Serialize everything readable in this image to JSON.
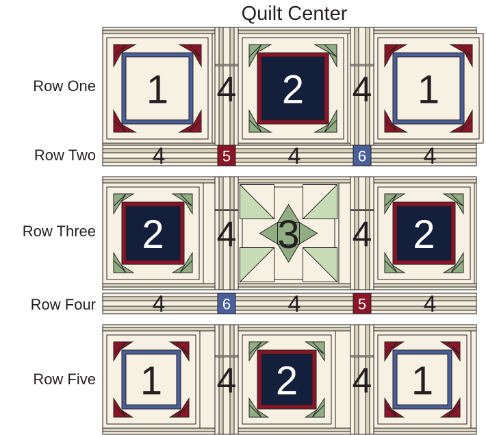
{
  "title": "Quilt Center",
  "rows": [
    {
      "label": "Row One",
      "kind": "block",
      "blocks": [
        "1",
        "2",
        "1"
      ],
      "sashes": [
        "4",
        "4"
      ]
    },
    {
      "label": "Row Two",
      "kind": "strip",
      "strips": [
        "4",
        "4",
        "4"
      ],
      "posts": [
        "5",
        "6"
      ]
    },
    {
      "label": "Row Three",
      "kind": "block",
      "blocks": [
        "2",
        "3",
        "2"
      ],
      "sashes": [
        "4",
        "4"
      ]
    },
    {
      "label": "Row Four",
      "kind": "strip",
      "strips": [
        "4",
        "4",
        "4"
      ],
      "posts": [
        "6",
        "5"
      ]
    },
    {
      "label": "Row Five",
      "kind": "block",
      "blocks": [
        "1",
        "2",
        "1"
      ],
      "sashes": [
        "4",
        "4"
      ]
    }
  ],
  "colors": {
    "background_fabric": "#f7f1e3",
    "tan_strip": "#d9d3bd",
    "red": "#8a1528",
    "navy": "#141f3c",
    "blue_border": "#4a5f9a",
    "green": "#90ad83",
    "light_green": "#c7dcb7",
    "outline": "#231f20"
  }
}
